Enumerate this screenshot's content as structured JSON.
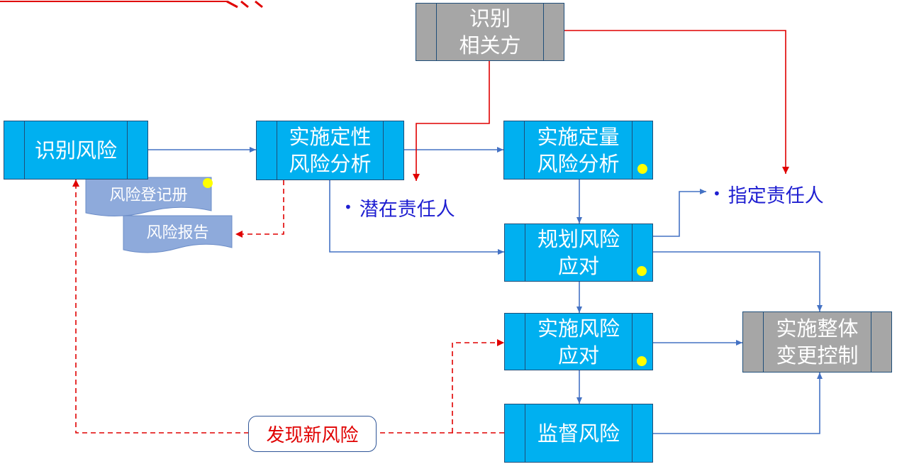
{
  "nodes": {
    "identify_stakeholders": "识别\n相关方",
    "identify_risks": "识别风险",
    "qualitative_analysis": "实施定性\n风险分析",
    "quantitative_analysis": "实施定量\n风险分析",
    "plan_responses": "规划风险\n应对",
    "implement_responses": "实施风险\n应对",
    "monitor_risks": "监督风险",
    "integrated_change_control": "实施整体\n变更控制"
  },
  "documents": {
    "risk_register": "风险登记册",
    "risk_report": "风险报告"
  },
  "notes": {
    "potential_owner": "潜在责任人",
    "assigned_owner": "指定责任人",
    "new_risk": "发现新风险"
  },
  "colors": {
    "process_fill": "#00b0f0",
    "gray_fill": "#a6a6a6",
    "doc_fill": "#8eaadb",
    "blue_arrow": "#4472c4",
    "red_arrow": "#e00000",
    "note_text": "#1f1fd1",
    "marker": "#ffff00"
  }
}
